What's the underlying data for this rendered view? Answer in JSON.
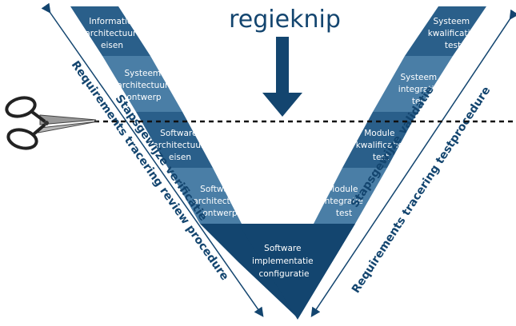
{
  "title": "regieknip",
  "colors": {
    "dark": "#13456f",
    "mid": "#2a5f8a",
    "light": "#4a7ea6",
    "text_on_band": "#ffffff"
  },
  "icons": {
    "scissors": "scissors-icon",
    "arrow": "arrow-down-icon"
  },
  "left_phases": [
    {
      "lines": [
        "Informatie",
        "architectuur",
        "eisen"
      ]
    },
    {
      "lines": [
        "Systeem",
        "architectuur",
        "ontwerp"
      ]
    },
    {
      "lines": [
        "Software",
        "architectuur",
        "eisen"
      ]
    },
    {
      "lines": [
        "Software",
        "architectuur",
        "ontwerp"
      ]
    }
  ],
  "bottom_phase": {
    "lines": [
      "Software",
      "implementatie",
      "configuratie"
    ]
  },
  "right_phases": [
    {
      "lines": [
        "Systeem",
        "kwalificatie",
        "test"
      ]
    },
    {
      "lines": [
        "Systeem",
        "integratie",
        "test"
      ]
    },
    {
      "lines": [
        "Module",
        "kwalificatie",
        "test"
      ]
    },
    {
      "lines": [
        "Module",
        "integratie",
        "test"
      ]
    }
  ],
  "side_labels": {
    "left_inner": "Stapsgewijze verificatie",
    "left_outer": "Requirements tracering review procedure",
    "right_inner": "Stapsgewijze validatie",
    "right_outer": "Requirements tracering testprocedure"
  }
}
